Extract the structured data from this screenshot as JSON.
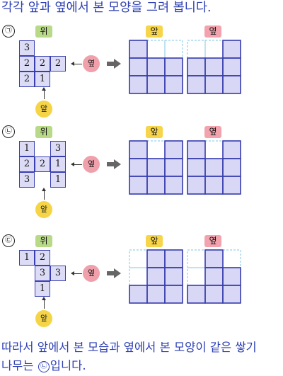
{
  "title": "각각 앞과 옆에서 본 모양을 그려 봅니다.",
  "labels": {
    "top": "위",
    "front": "앞",
    "side": "옆"
  },
  "problems": [
    {
      "marker": "㉠",
      "top_view": [
        [
          "3",
          "",
          ""
        ],
        [
          "2",
          "2",
          "2"
        ],
        [
          "2",
          "1",
          ""
        ]
      ],
      "front_view_heights": [
        3,
        2,
        2
      ],
      "side_view_heights": [
        2,
        2,
        3
      ]
    },
    {
      "marker": "㉡",
      "top_view": [
        [
          "1",
          "",
          "3"
        ],
        [
          "2",
          "2",
          "1"
        ],
        [
          "3",
          "",
          "1"
        ]
      ],
      "front_view_heights": [
        3,
        2,
        3
      ],
      "side_view_heights": [
        3,
        2,
        3
      ]
    },
    {
      "marker": "㉢",
      "top_view": [
        [
          "1",
          "2",
          ""
        ],
        [
          "",
          "3",
          "3"
        ],
        [
          "",
          "1",
          ""
        ]
      ],
      "front_view_heights": [
        1,
        3,
        3
      ],
      "side_view_heights": [
        1,
        3,
        2
      ]
    }
  ],
  "conclusion": {
    "line1": "따라서 앞에서 본 모습과 옆에서 본 모양이 같은 쌓기",
    "line2_before": "나무는 ",
    "line2_marker": "㉡",
    "line2_after": "입니다."
  }
}
